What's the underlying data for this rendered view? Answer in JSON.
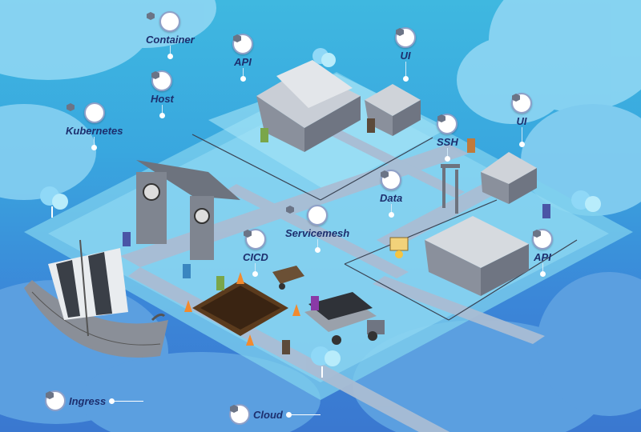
{
  "labels": {
    "container": "Container",
    "api_top": "API",
    "ui_top": "UI",
    "host": "Host",
    "kubernetes": "Kubernetes",
    "ssh": "SSH",
    "ui_right": "UI",
    "data": "Data",
    "servicemesh": "Servicemesh",
    "cicd": "CICD",
    "api_right": "API",
    "ingress": "Ingress",
    "cloud": "Cloud"
  },
  "colors": {
    "sky_top": "#3fb8e0",
    "sky_bottom": "#3a78d0",
    "platform": "#8fd8f0",
    "road": "#9fb3cc",
    "label_text": "#1d2f6e"
  },
  "icons": {
    "label_badge": "cube-icon",
    "gate": "viking-gate",
    "ship": "longship",
    "truck": "coal-truck",
    "chest": "treasure-chest"
  }
}
